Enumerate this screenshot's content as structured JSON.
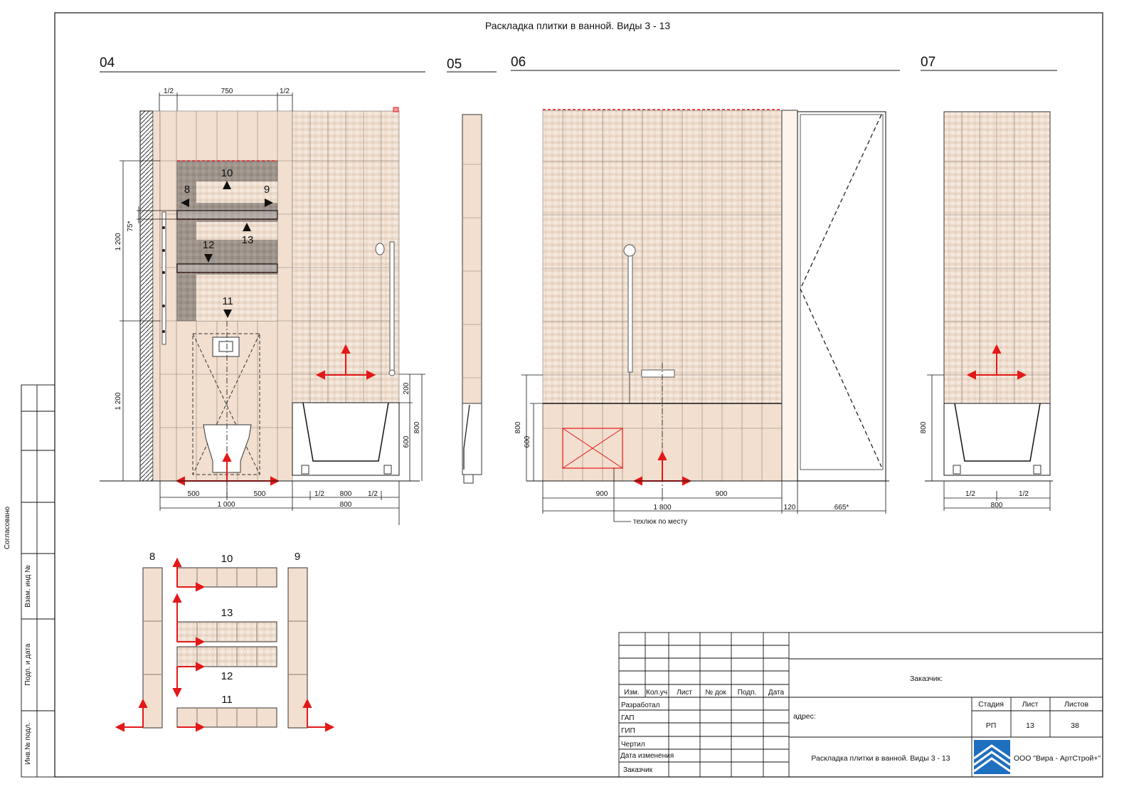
{
  "sheet": {
    "title": "Раскладка плитки в ванной. Виды 3 - 13",
    "views": [
      "04",
      "05",
      "06",
      "07"
    ]
  },
  "view04": {
    "dims_top": [
      "1/2",
      "750",
      "1/2"
    ],
    "dims_left": [
      "1 200",
      "75*",
      "1 200"
    ],
    "dims_bottom": [
      "500",
      "500",
      "1 000",
      "1/2",
      "800",
      "1/2",
      "800"
    ],
    "dims_right": [
      "200",
      "800",
      "600"
    ],
    "callouts": [
      "10",
      "8",
      "9",
      "13",
      "12",
      "11"
    ]
  },
  "view06": {
    "dims_left": [
      "800",
      "600"
    ],
    "dims_bottom": [
      "900",
      "900",
      "1 800",
      "120",
      "665*"
    ],
    "note": "техлюк по месту"
  },
  "view07": {
    "dims_left": [
      "800"
    ],
    "dims_bottom": [
      "1/2",
      "1/2",
      "800"
    ]
  },
  "details": {
    "labels": [
      "8",
      "10",
      "9",
      "13",
      "12",
      "11"
    ]
  },
  "side_stamp": {
    "cells": [
      "Согласовано",
      "Взам. инд №",
      "Подп. и дата",
      "Инв.№ подл."
    ]
  },
  "title_block": {
    "headers": [
      "Изм.",
      "Кол.уч",
      "Лист",
      "№ док",
      "Подп.",
      "Дата"
    ],
    "roles": [
      "Разработал",
      "ГАП",
      "ГИП",
      "Чертил",
      "Дата изменения",
      "Заказчик"
    ],
    "customer": "Заказчик:",
    "address": "адрес:",
    "stage_headers": [
      "Стадия",
      "Лист",
      "Листов"
    ],
    "stage_values": [
      "РП",
      "13",
      "38"
    ],
    "drawing_name": "Раскладка плитки в ванной. Виды 3 - 13",
    "company": "ООО \"Вира - АртСтрой+\""
  },
  "colors": {
    "tile_light": "#f3dfcf",
    "tile_dark": "#9e948c",
    "mosaic": "#efe0d2",
    "arrow_red": "#e31818",
    "logo_blue": "#1f6fbf"
  }
}
